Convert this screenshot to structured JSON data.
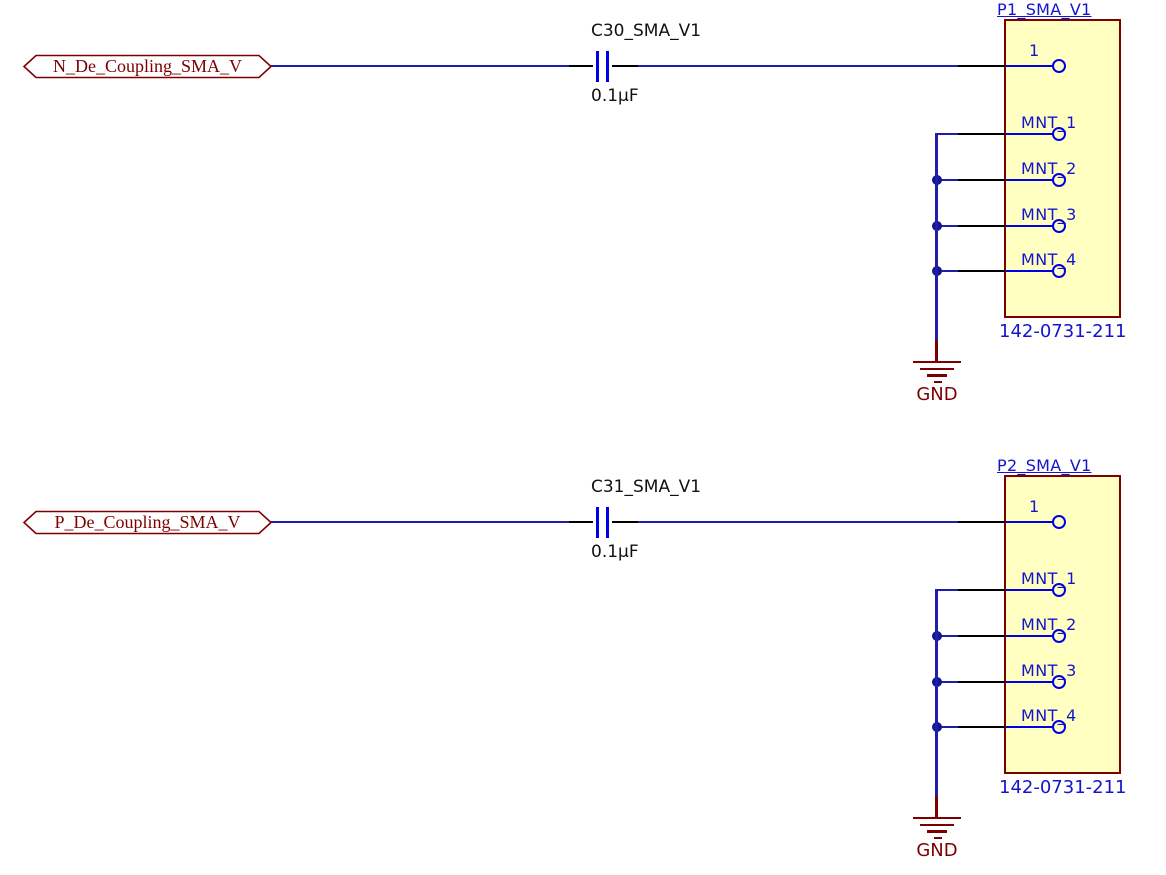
{
  "diagram": {
    "type": "circuit-schematic",
    "description": "Two SMA decoupling circuits with series capacitors and grounded mounting pins"
  },
  "colors": {
    "wire_blue": "#1e1ea8",
    "pin_blue": "#0000e6",
    "label_blue": "#1414cc",
    "junction_blue": "#14148c",
    "dark_red": "#7d0000",
    "connector_fill": "#ffffc2",
    "pin_lead_black": "#000000",
    "background": "#ffffff"
  },
  "sections": [
    {
      "port_label": "N_De_Coupling_SMA_V",
      "cap_designator": "C30_SMA_V1",
      "cap_value": "0.1µF",
      "connector_designator": "P1_SMA_V1",
      "pin1_label": "1",
      "mnt_labels": [
        "MNT_1",
        "MNT_2",
        "MNT_3",
        "MNT_4"
      ],
      "part_number": "142-0731-211",
      "ground_label": "GND"
    },
    {
      "port_label": "P_De_Coupling_SMA_V",
      "cap_designator": "C31_SMA_V1",
      "cap_value": "0.1µF",
      "connector_designator": "P2_SMA_V1",
      "pin1_label": "1",
      "mnt_labels": [
        "MNT_1",
        "MNT_2",
        "MNT_3",
        "MNT_4"
      ],
      "part_number": "142-0731-211",
      "ground_label": "GND"
    }
  ]
}
